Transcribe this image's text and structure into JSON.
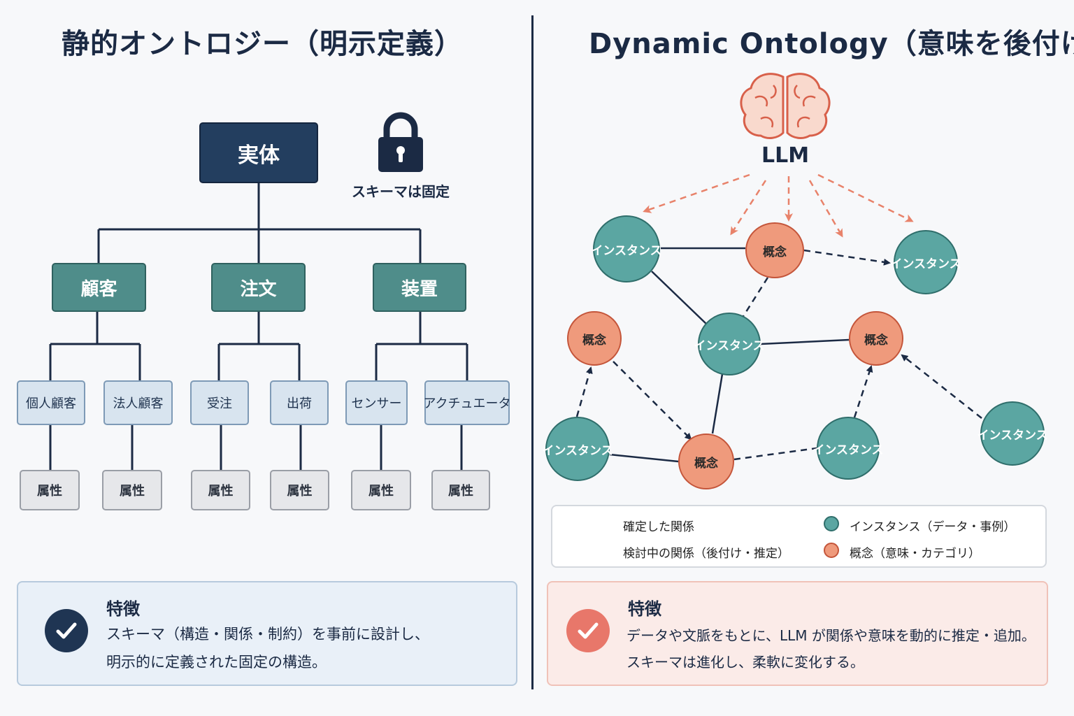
{
  "left": {
    "title": "静的オントロジー（明示定義）",
    "root": "実体",
    "lock_label": "スキーマは固定",
    "categories": [
      "顧客",
      "注文",
      "装置"
    ],
    "subs": [
      "個人顧客",
      "法人顧客",
      "受注",
      "出荷",
      "センサー",
      "アクチュエータ"
    ],
    "attribute": "属性",
    "features": {
      "heading": "特徴",
      "line1": "スキーマ（構造・関係・制約）を事前に設計し、",
      "line2": "明示的に定義された固定の構造。"
    }
  },
  "right": {
    "title": "Dynamic Ontology（意味を後付け）",
    "llm_label": "LLM",
    "instance_label": "インスタンス",
    "concept_label": "概念",
    "legend": {
      "solid": "確定した関係",
      "dashed": "検討中の関係（後付け・推定）",
      "instance": "インスタンス（データ・事例）",
      "concept": "概念（意味・カテゴリ）"
    },
    "features": {
      "heading": "特徴",
      "line1": "データや文脈をもとに、LLM が関係や意味を動的に推定・追加。",
      "line2": "スキーマは進化し、柔軟に変化する。"
    }
  },
  "colors": {
    "navy": "#233e5f",
    "teal": "#4f8d8a",
    "instance": "#5ba6a2",
    "concept": "#ef9a7c",
    "llm_arrow": "#e8826a"
  },
  "icons": [
    "lock-icon",
    "brain-icon",
    "check-icon"
  ]
}
